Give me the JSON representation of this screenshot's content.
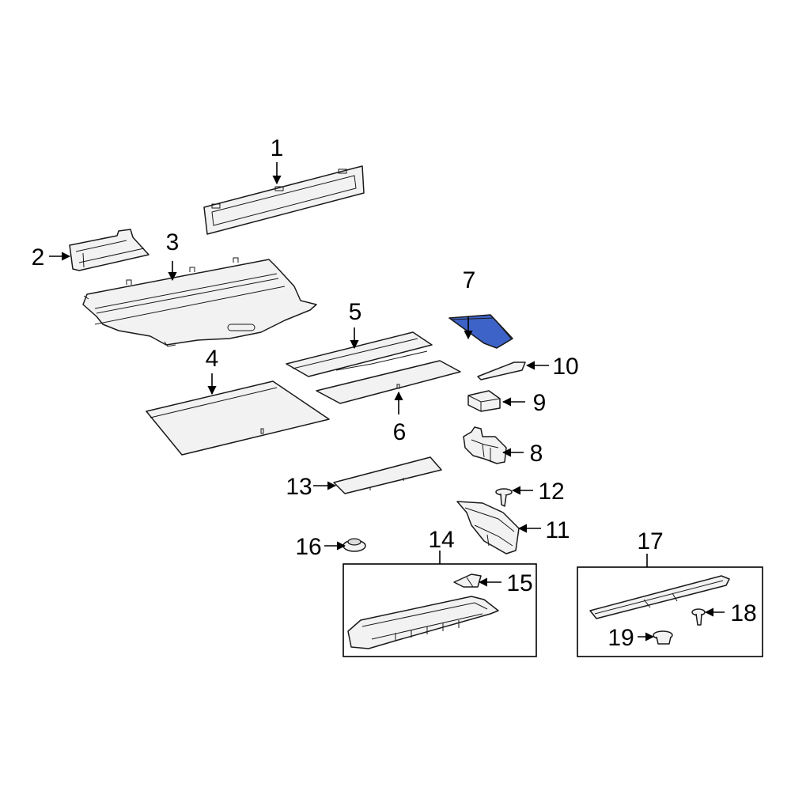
{
  "highlight_color": "#3e63c8",
  "callouts": [
    {
      "id": "1",
      "text": "1"
    },
    {
      "id": "2",
      "text": "2"
    },
    {
      "id": "3",
      "text": "3"
    },
    {
      "id": "4",
      "text": "4"
    },
    {
      "id": "5",
      "text": "5"
    },
    {
      "id": "6",
      "text": "6"
    },
    {
      "id": "7",
      "text": "7"
    },
    {
      "id": "8",
      "text": "8"
    },
    {
      "id": "9",
      "text": "9"
    },
    {
      "id": "10",
      "text": "10"
    },
    {
      "id": "11",
      "text": "11"
    },
    {
      "id": "12",
      "text": "12"
    },
    {
      "id": "13",
      "text": "13"
    },
    {
      "id": "14",
      "text": "14"
    },
    {
      "id": "15",
      "text": "15"
    },
    {
      "id": "16",
      "text": "16"
    },
    {
      "id": "17",
      "text": "17"
    },
    {
      "id": "18",
      "text": "18"
    },
    {
      "id": "19",
      "text": "19"
    }
  ],
  "highlighted_part": "7"
}
